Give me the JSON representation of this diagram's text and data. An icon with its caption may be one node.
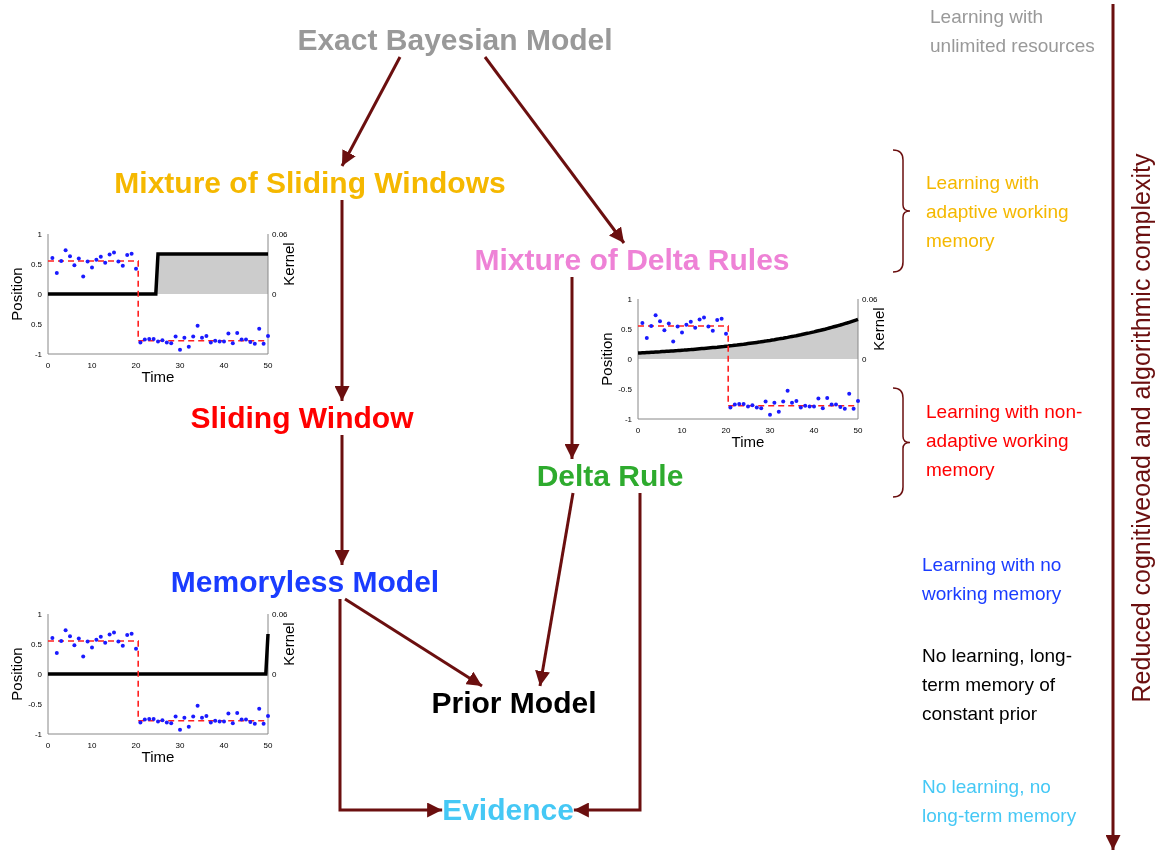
{
  "diagram": {
    "nodes": [
      {
        "text": [
          "Exact Bayesian Model"
        ]
      },
      {
        "text": [
          "Mixture of Sliding Windows"
        ]
      },
      {
        "text": [
          "Mixture of Delta Rules"
        ]
      },
      {
        "text": [
          "Sliding Window"
        ]
      },
      {
        "text": [
          "Delta Rule"
        ]
      },
      {
        "text": [
          "Memoryless Model"
        ]
      },
      {
        "text": [
          "Prior Model"
        ]
      },
      {
        "text": [
          "Evidence"
        ]
      }
    ],
    "edges": [
      {
        "from": 0,
        "to": 1,
        "arrow": "to"
      },
      {
        "from": 0,
        "to": 2,
        "arrow": "to"
      },
      {
        "from": 1,
        "to": 3,
        "arrow": "to"
      },
      {
        "from": 2,
        "to": 4,
        "arrow": "to"
      },
      {
        "from": 3,
        "to": 5,
        "arrow": "to"
      },
      {
        "from": 5,
        "to": 6,
        "arrow": "to"
      },
      {
        "from": 4,
        "to": 6,
        "arrow": "to"
      },
      {
        "from": 5,
        "to": 7,
        "arrow": "to"
      },
      {
        "from": 4,
        "to": 7,
        "arrow": "to"
      }
    ],
    "labels": [
      "Learning with unlimited resources",
      "Learning with adaptive working memory",
      "Learning with non-adaptive working memory",
      "Learning with no working memory",
      "No learning, long-term memory of constant prior",
      "No learning, no long-term memory",
      "Reduced cognitiveoad and algorithmic complexity",
      "1",
      "0.5",
      "0",
      "0.5",
      "-1",
      "0",
      "10",
      "20",
      "30",
      "40",
      "50",
      "0.06",
      "0",
      "Position",
      "Time",
      "Kernel",
      "1",
      "0.5",
      "0",
      "-0.5",
      "-1",
      "0",
      "10",
      "20",
      "30",
      "40",
      "50",
      "0.06",
      "0",
      "Position",
      "Time",
      "Kernel",
      "1",
      "0.5",
      "0",
      "-0.5",
      "-1",
      "0",
      "10",
      "20",
      "30",
      "40",
      "50",
      "0.06",
      "0",
      "Position",
      "Time",
      "Kernel"
    ]
  }
}
